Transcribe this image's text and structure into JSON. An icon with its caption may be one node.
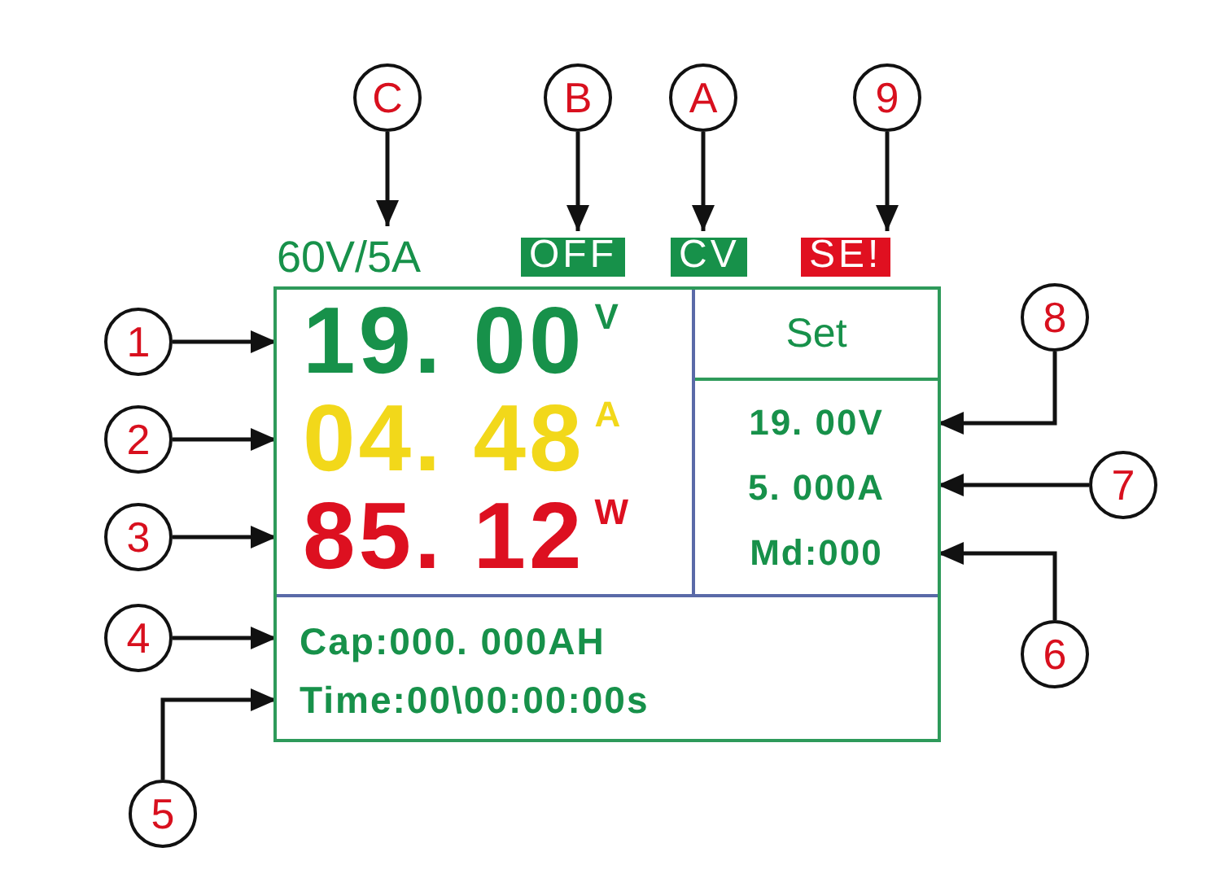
{
  "diagram": {
    "nodes": [
      {
        "text": [
          "C"
        ]
      },
      {
        "text": [
          "B"
        ]
      },
      {
        "text": [
          "A"
        ]
      },
      {
        "text": [
          "9"
        ]
      },
      {
        "text": [
          "60V/5A"
        ]
      },
      {
        "text": [
          "OFF"
        ]
      },
      {
        "text": [
          "CV"
        ]
      },
      {
        "text": [
          "SE!"
        ]
      },
      {
        "text": [],
        "shape": "box"
      },
      {
        "text": [],
        "shape": "box",
        "in": 8
      },
      {
        "text": [
          "19. 00",
          "V"
        ],
        "in": 9
      },
      {
        "text": [
          "04. 48",
          "A"
        ],
        "in": 9
      },
      {
        "text": [
          "85. 12",
          "W"
        ],
        "in": 9
      },
      {
        "text": [
          "Set"
        ],
        "in": 8
      },
      {
        "text": [],
        "shape": "box",
        "in": 8
      },
      {
        "text": [
          "19. 00V"
        ],
        "in": 14
      },
      {
        "text": [
          "5. 000A"
        ],
        "in": 14
      },
      {
        "text": [
          "Md:000"
        ],
        "in": 14
      },
      {
        "text": [],
        "shape": "box",
        "in": 8
      },
      {
        "text": [
          "Cap:000. 000AH"
        ],
        "in": 18
      },
      {
        "text": [
          "Time:00\\00:00:00s"
        ],
        "in": 18
      },
      {
        "text": [
          "1"
        ]
      },
      {
        "text": [
          "2"
        ]
      },
      {
        "text": [
          "3"
        ]
      },
      {
        "text": [
          "4"
        ]
      },
      {
        "text": [
          "5"
        ]
      },
      {
        "text": [
          "6"
        ]
      },
      {
        "text": [
          "7"
        ]
      },
      {
        "text": [
          "8"
        ]
      }
    ],
    "edges": [
      {
        "from": 0,
        "to": 4,
        "arrow": "to"
      },
      {
        "from": 1,
        "to": 5,
        "arrow": "to"
      },
      {
        "from": 2,
        "to": 6,
        "arrow": "to"
      },
      {
        "from": 3,
        "to": 7,
        "arrow": "to"
      },
      {
        "from": 21,
        "to": 10,
        "arrow": "to"
      },
      {
        "from": 22,
        "to": 11,
        "arrow": "to"
      },
      {
        "from": 23,
        "to": 12,
        "arrow": "to"
      },
      {
        "from": 24,
        "to": 19,
        "arrow": "to"
      },
      {
        "from": 25,
        "to": 20,
        "arrow": "to"
      },
      {
        "from": 26,
        "to": 17,
        "arrow": "to"
      },
      {
        "from": 27,
        "to": 16,
        "arrow": "to"
      },
      {
        "from": 28,
        "to": 15,
        "arrow": "to"
      }
    ]
  }
}
